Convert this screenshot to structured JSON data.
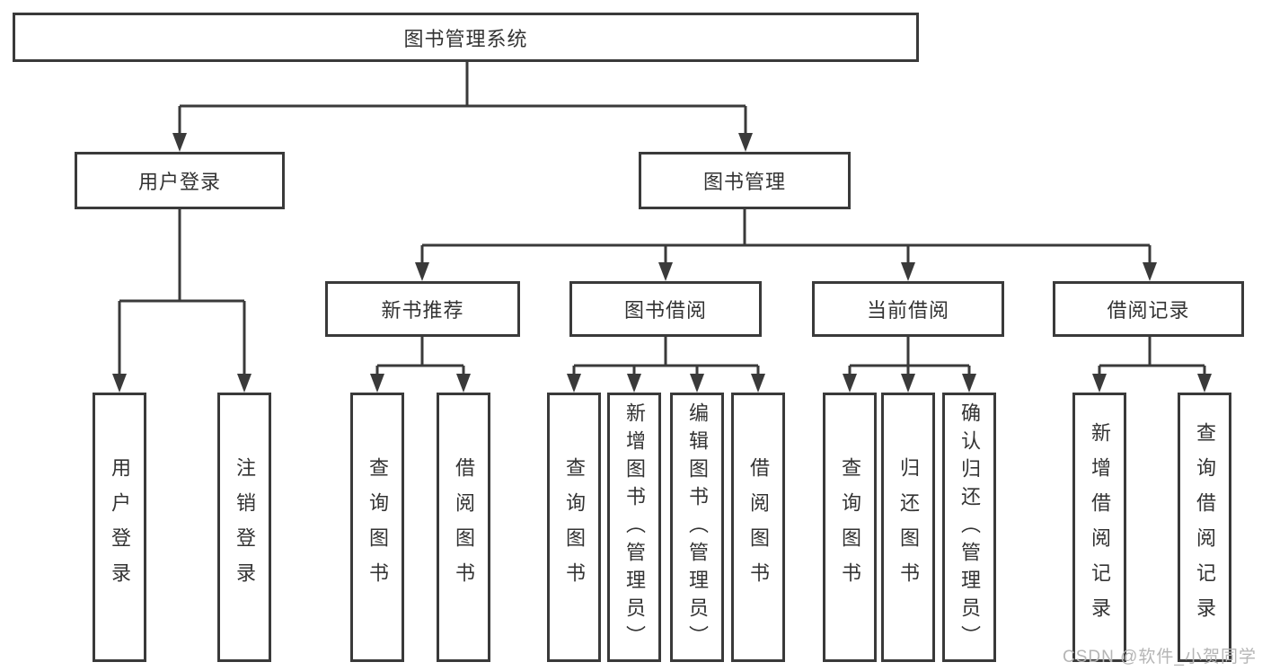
{
  "diagram": {
    "root_label": "图书管理系统",
    "level2": [
      {
        "label": "用户登录",
        "children": [
          "用户登录",
          "注销登录"
        ]
      },
      {
        "label": "图书管理",
        "children": []
      }
    ],
    "level3": [
      {
        "label": "新书推荐",
        "children": [
          "查询图书",
          "借阅图书"
        ]
      },
      {
        "label": "图书借阅",
        "children": [
          "查询图书",
          "新增图书（管理员）",
          "编辑图书（管理员）",
          "借阅图书"
        ]
      },
      {
        "label": "当前借阅",
        "children": [
          "查询图书",
          "归还图书",
          "确认归还（管理员）"
        ]
      },
      {
        "label": "借阅记录",
        "children": [
          "新增借阅记录",
          "查询借阅记录"
        ]
      }
    ],
    "colors": {
      "line": "#3a3a3a",
      "text": "#333333",
      "watermark_text": "#b5b5b5"
    }
  },
  "watermark": {
    "text": "CSDN @软件_小贺同学"
  }
}
